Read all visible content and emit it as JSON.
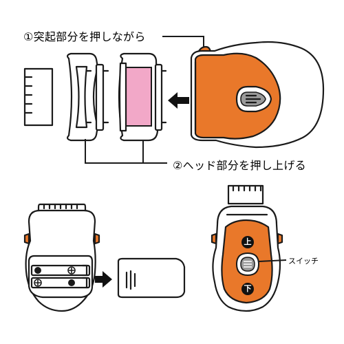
{
  "annotations": {
    "step1": "①突起部分を押しながら",
    "step2": "②ヘッド部分を押し上げる",
    "switch": "スイッチ",
    "up": "上",
    "down": "下"
  },
  "colors": {
    "body_orange": "#e9782a",
    "blade_pink": "#f2a8c8",
    "outline": "#1a1a1a",
    "arrow": "#111111"
  },
  "icons": [
    "push-arrow-icon",
    "switch-icon",
    "battery-icon"
  ]
}
